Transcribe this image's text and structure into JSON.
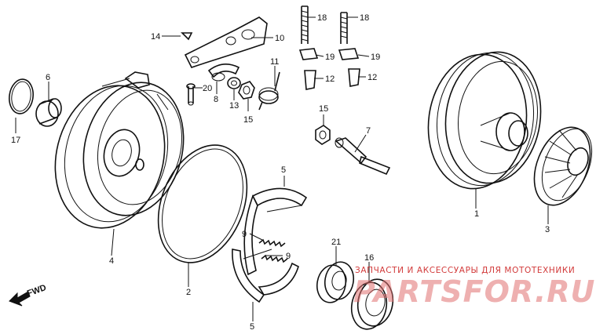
{
  "diagram": {
    "part_labels": {
      "p1": "1",
      "p2": "2",
      "p3": "3",
      "p4": "4",
      "p5a": "5",
      "p5b": "5",
      "p6": "6",
      "p7": "7",
      "p8": "8",
      "p9a": "9",
      "p9b": "9",
      "p10": "10",
      "p11": "11",
      "p12a": "12",
      "p12b": "12",
      "p13": "13",
      "p14": "14",
      "p15a": "15",
      "p15b": "15",
      "p16": "16",
      "p17": "17",
      "p18a": "18",
      "p18b": "18",
      "p19a": "19",
      "p19b": "19",
      "p20": "20",
      "p21": "21"
    },
    "direction_marker": "FWD"
  },
  "watermark": {
    "tagline": "ЗАПЧАСТИ И АКСЕССУАРЫ ДЛЯ МОТОТЕХНИКИ",
    "brand": "PARTSFOR.RU",
    "color": "#e07070"
  }
}
